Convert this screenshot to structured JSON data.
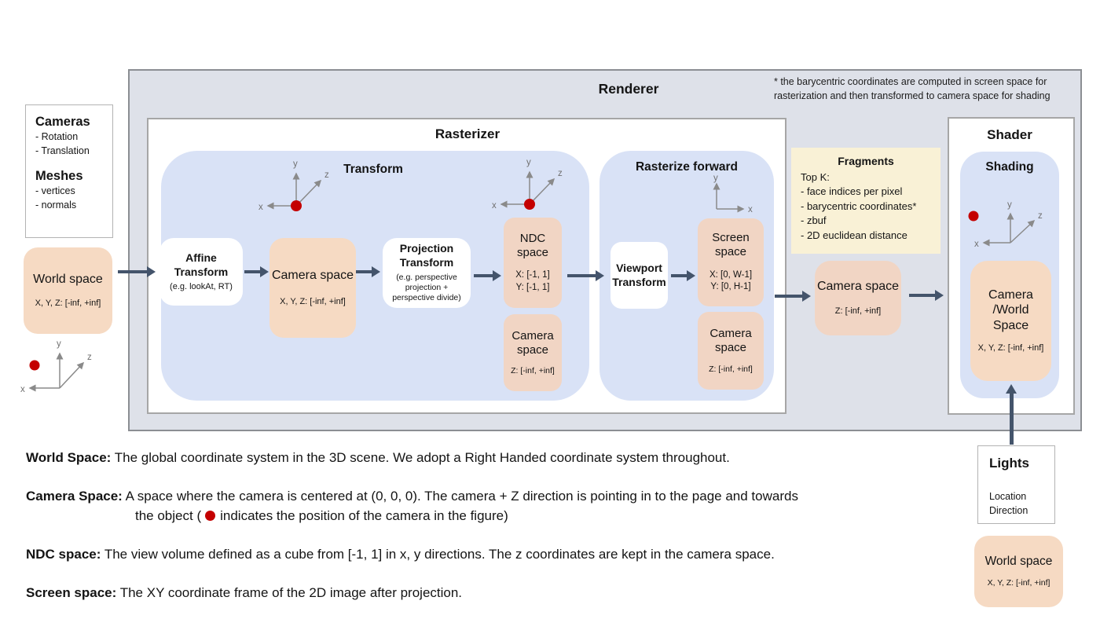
{
  "figure": {
    "renderer_title": "Renderer",
    "footnote": "* the barycentric coordinates are computed in screen space for rasterization and then transformed to camera space for shading"
  },
  "inputs": {
    "cameras_title": "Cameras",
    "cameras_items": [
      "- Rotation",
      "- Translation"
    ],
    "meshes_title": "Meshes",
    "meshes_items": [
      "- vertices",
      "- normals"
    ],
    "world_space": {
      "title": "World space",
      "range": "X, Y, Z: [-inf, +inf]"
    }
  },
  "rasterizer": {
    "title": "Rasterizer",
    "transform": {
      "title": "Transform",
      "affine_title": "Affine Transform",
      "affine_subtitle": "(e.g. lookAt, RT)",
      "camera_space": {
        "title": "Camera space",
        "range": "X, Y, Z: [-inf, +inf]"
      },
      "projection_title": "Projection Transform",
      "projection_subtitle": "(e.g. perspective projection + perspective divide)",
      "ndc_space": {
        "title": "NDC space",
        "range_x": "X: [-1, 1]",
        "range_y": "Y: [-1, 1]"
      },
      "camera_space_z": {
        "title": "Camera space",
        "range": "Z: [-inf, +inf]"
      }
    },
    "rasterize_forward": {
      "title": "Rasterize forward",
      "viewport_title": "Viewport Transform",
      "screen_space": {
        "title": "Screen space",
        "range_x": "X: [0, W-1]",
        "range_y": "Y: [0, H-1]"
      },
      "camera_space_z": {
        "title": "Camera space",
        "range": "Z: [-inf, +inf]"
      }
    }
  },
  "fragments": {
    "title": "Fragments",
    "items": [
      "Top K:",
      "- face indices per pixel",
      "- barycentric coordinates*",
      "- zbuf",
      "- 2D euclidean distance"
    ]
  },
  "camera_space_mid": {
    "title": "Camera space",
    "range": "Z: [-inf, +inf]"
  },
  "shader": {
    "title": "Shader",
    "shading_title": "Shading",
    "camera_world": {
      "title": "Camera /World Space",
      "range": "X, Y, Z: [-inf, +inf]"
    }
  },
  "lights": {
    "title": "Lights",
    "items": [
      "Location",
      "Direction"
    ]
  },
  "world_space_lights": {
    "title": "World space",
    "range": "X, Y, Z: [-inf, +inf]"
  },
  "definitions": {
    "world": {
      "term": "World Space:",
      "text": "The global coordinate system in the 3D scene. We adopt a Right Handed coordinate system throughout."
    },
    "camera": {
      "term": "Camera Space:",
      "line1": "A space where the camera is centered at (0, 0, 0). The camera + Z direction is pointing in to the page and towards",
      "line2_pre": "the object (",
      "line2_post": "indicates the position of the camera in the figure)"
    },
    "ndc": {
      "term": "NDC space:",
      "text": "The view volume defined as a cube from [-1, 1] in x, y directions. The z coordinates are kept in the camera space."
    },
    "screen": {
      "term": "Screen space:",
      "text": "The XY coordinate frame of the 2D image after projection."
    }
  },
  "axes": {
    "x": "x",
    "y": "y",
    "z": "z"
  },
  "colors": {
    "arrow": "#44546b",
    "camera_dot": "#c40000",
    "space_peach": "#f6dac3",
    "section_blue": "#d9e2f6",
    "fragments_yellow": "#f9f1d6",
    "renderer_gray": "#dee1e9",
    "axis_gray": "#8a8a8a"
  }
}
